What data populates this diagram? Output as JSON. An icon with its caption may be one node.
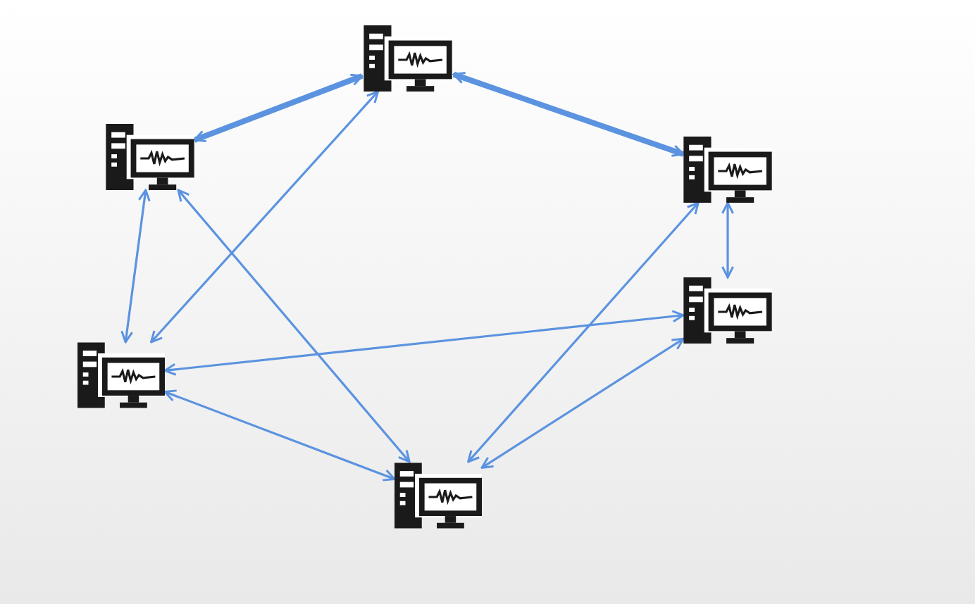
{
  "diagram": {
    "nodes": [
      {
        "text": [],
        "shape": "computer"
      },
      {
        "text": [],
        "shape": "computer"
      },
      {
        "text": [],
        "shape": "computer"
      },
      {
        "text": [],
        "shape": "computer"
      },
      {
        "text": [],
        "shape": "computer"
      },
      {
        "text": [],
        "shape": "computer"
      }
    ],
    "edges": [
      {
        "from": 1,
        "to": 0,
        "arrow": "both",
        "style": "thick"
      },
      {
        "from": 0,
        "to": 2,
        "arrow": "both",
        "style": "thick"
      },
      {
        "from": 1,
        "to": 4,
        "arrow": "both"
      },
      {
        "from": 2,
        "to": 3,
        "arrow": "both"
      },
      {
        "from": 0,
        "to": 4,
        "arrow": "both"
      },
      {
        "from": 1,
        "to": 5,
        "arrow": "both"
      },
      {
        "from": 2,
        "to": 5,
        "arrow": "both"
      },
      {
        "from": 4,
        "to": 3,
        "arrow": "both"
      },
      {
        "from": 4,
        "to": 5,
        "arrow": "both"
      },
      {
        "from": 3,
        "to": 5,
        "arrow": "both"
      }
    ]
  }
}
